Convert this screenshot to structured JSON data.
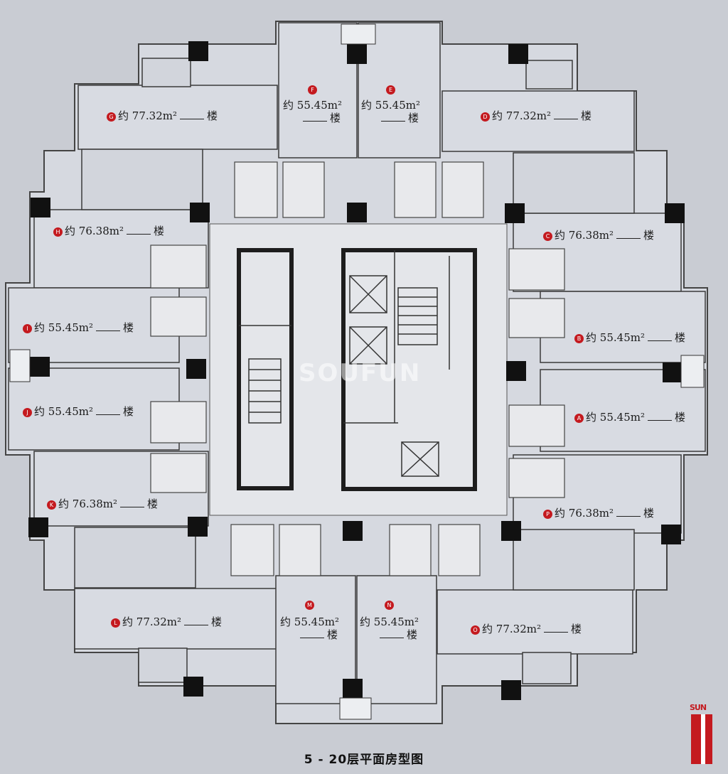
{
  "caption": "5 - 20层平面房型图",
  "watermark": "SOUFUN",
  "logo_text": "SUN",
  "floor_word": "楼",
  "area_prefix": "约",
  "area_unit": "m²",
  "units": [
    {
      "id": "unit-g",
      "letter": "G",
      "area": "77.32"
    },
    {
      "id": "unit-f-left",
      "letter": "F",
      "area": "55.45"
    },
    {
      "id": "unit-e",
      "letter": "E",
      "area": "55.45"
    },
    {
      "id": "unit-d",
      "letter": "D",
      "area": "77.32"
    },
    {
      "id": "unit-h",
      "letter": "H",
      "area": "76.38"
    },
    {
      "id": "unit-c",
      "letter": "C",
      "area": "76.38"
    },
    {
      "id": "unit-i",
      "letter": "I",
      "area": "55.45"
    },
    {
      "id": "unit-b",
      "letter": "B",
      "area": "55.45"
    },
    {
      "id": "unit-j",
      "letter": "J",
      "area": "55.45"
    },
    {
      "id": "unit-a",
      "letter": "A",
      "area": "55.45"
    },
    {
      "id": "unit-k",
      "letter": "K",
      "area": "76.38"
    },
    {
      "id": "unit-p",
      "letter": "P",
      "area": "76.38"
    },
    {
      "id": "unit-l",
      "letter": "L",
      "area": "77.32"
    },
    {
      "id": "unit-m",
      "letter": "M",
      "area": "55.45"
    },
    {
      "id": "unit-n",
      "letter": "N",
      "area": "55.45"
    },
    {
      "id": "unit-o",
      "letter": "O",
      "area": "77.32"
    }
  ],
  "colors": {
    "background": "#c9ccd3",
    "room_fill": "#d6d9e0",
    "core_fill": "#e4e6ea",
    "wall": "#2a2a2a",
    "column": "#111111",
    "marker": "#c41a1f"
  }
}
